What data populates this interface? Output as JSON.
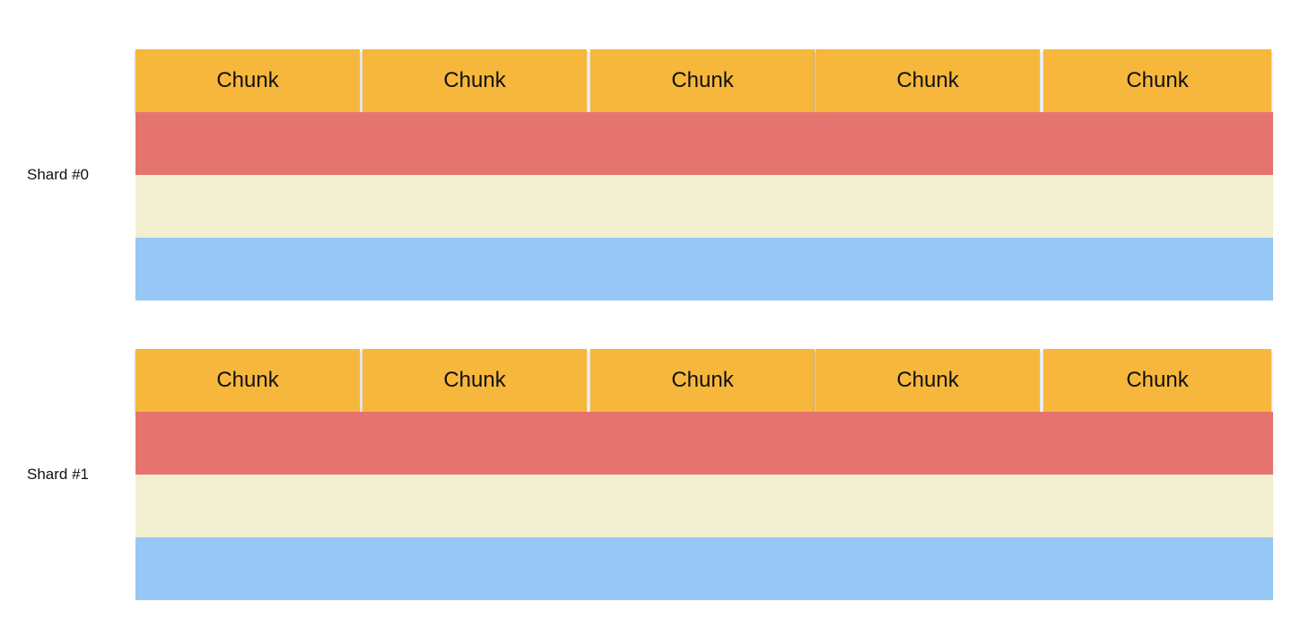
{
  "colors": {
    "chunk": "#f6b73c",
    "row_red": "#e6746e",
    "row_cream": "#f2eed0",
    "row_blue": "#97c7f5"
  },
  "shards": [
    {
      "label": "Shard #0",
      "chunks": [
        "Chunk",
        "Chunk",
        "Chunk",
        "Chunk",
        "Chunk"
      ]
    },
    {
      "label": "Shard #1",
      "chunks": [
        "Chunk",
        "Chunk",
        "Chunk",
        "Chunk",
        "Chunk"
      ]
    }
  ]
}
